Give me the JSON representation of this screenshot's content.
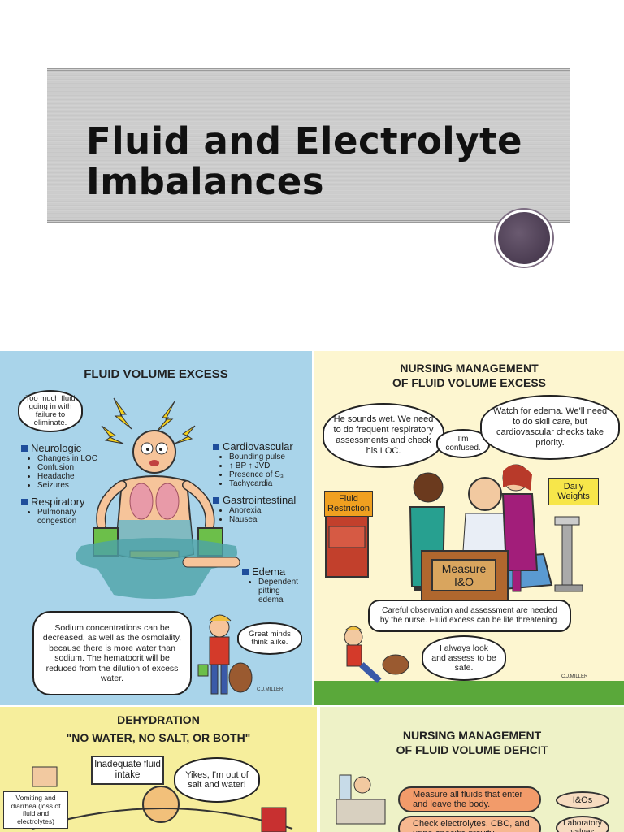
{
  "slide": {
    "title_line1": "Fluid and Electrolyte",
    "title_line2": "Imbalances"
  },
  "panel_excess": {
    "title": "FLUID VOLUME EXCESS",
    "bubble": "Too much fluid going in with failure to eliminate.",
    "neurologic": {
      "head": "Neurologic",
      "items": [
        "Changes in LOC",
        "Confusion",
        "Headache",
        "Seizures"
      ]
    },
    "respiratory": {
      "head": "Respiratory",
      "items": [
        "Pulmonary",
        "congestion"
      ]
    },
    "cardiovascular": {
      "head": "Cardiovascular",
      "items": [
        "Bounding pulse",
        "↑ BP ↑ JVD",
        "Presence of S₃",
        "Tachycardia"
      ]
    },
    "gastrointestinal": {
      "head": "Gastrointestinal",
      "items": [
        "Anorexia",
        "Nausea"
      ]
    },
    "edema": {
      "head": "Edema",
      "items": [
        "Dependent pitting edema"
      ]
    },
    "note": "Sodium concentrations can be decreased, as well as the osmolality, because there is more water than sodium. The hematocrit will be reduced from the dilution of excess water.",
    "great_minds": "Great minds think alike.",
    "signature": "C.J.MILLER"
  },
  "panel_mgmt_excess": {
    "title_line1": "NURSING MANAGEMENT",
    "title_line2": "OF FLUID VOLUME EXCESS",
    "bubble_left": "He sounds wet. We need to do frequent respiratory assessments and check his LOC.",
    "bubble_confused": "I'm confused.",
    "bubble_right": "Watch for edema. We'll need to do skill care, but cardiovascular checks take priority.",
    "fluid_restriction": "Fluid Restriction",
    "daily_weights": "Daily Weights",
    "measure": "Measure I&O",
    "careful": "Careful observation and assessment are needed by the nurse. Fluid excess can be life threatening.",
    "always": "I always look and assess to be safe.",
    "signature": "C.J.MILLER"
  },
  "panel_dehydration": {
    "title": "DEHYDRATION",
    "subtitle": "\"NO WATER, NO SALT, OR BOTH\"",
    "inadequate": "Inadequate fluid intake",
    "yikes": "Yikes, I'm out of salt and water!",
    "vomiting": "Vomiting and diarrhea (loss of fluid and electrolytes)"
  },
  "panel_mgmt_deficit": {
    "title_line1": "NURSING MANAGEMENT",
    "title_line2": "OF FLUID VOLUME DEFICIT",
    "measure": "Measure all fluids that enter and leave the body.",
    "ios": "I&Os",
    "check": "Check electrolytes, CBC, and urine-specific gravity.",
    "lab": "Laboratory values"
  },
  "colors": {
    "accent_blue": "#1f4e9c",
    "banner_gray": "#cfcfcf",
    "circle_purple": "#4f4055"
  }
}
